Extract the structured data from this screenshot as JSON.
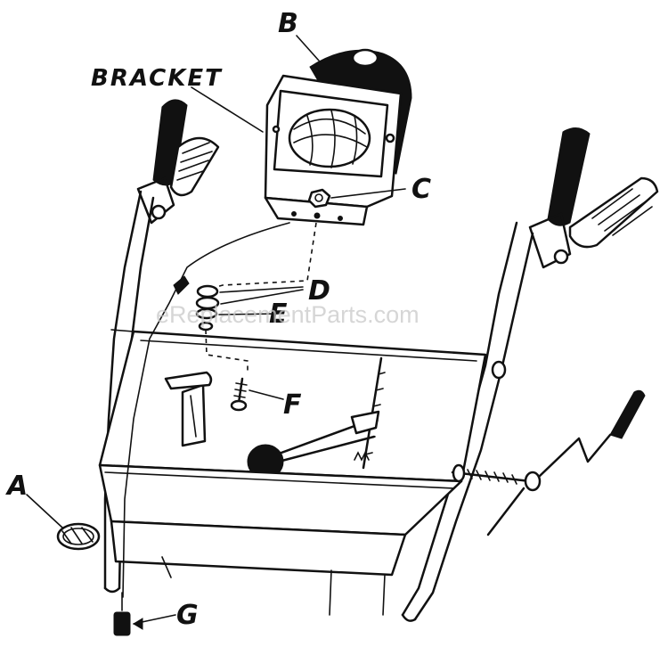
{
  "labels": {
    "bracket": "BRACKET",
    "a": "A",
    "b": "B",
    "c": "C",
    "d": "D",
    "e": "E",
    "f": "F",
    "g": "G"
  },
  "watermark": "eReplacementParts.com",
  "colors": {
    "ink": "#111111",
    "paper": "#ffffff",
    "watermark": "#c9c9c9"
  }
}
